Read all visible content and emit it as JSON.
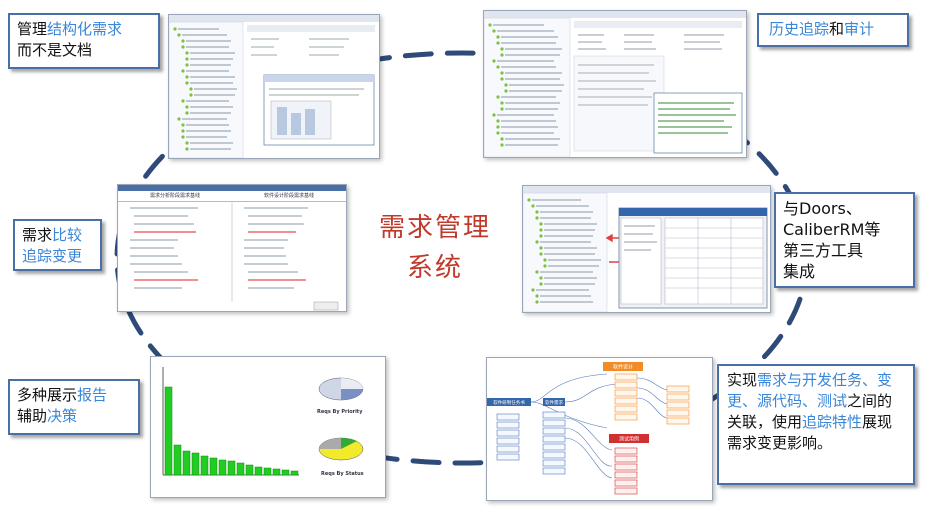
{
  "center_title": {
    "line1": "需求管理",
    "line2": "系统"
  },
  "callouts": {
    "structured": {
      "p1": "管理",
      "h1": "结构化需求",
      "p2": "而不是文档"
    },
    "history": {
      "h1": "历史追踪",
      "p1": "和",
      "h2": "审计"
    },
    "compare": {
      "p1": "需求",
      "h1": "比较",
      "h2": "追踪变更"
    },
    "thirdparty": {
      "line1": "与Doors、",
      "line2": "CaliberRM等",
      "line3": "第三方工具",
      "line4": "集成"
    },
    "reports": {
      "p1": "多种展示",
      "h1": "报告",
      "p2": "辅助",
      "h2": "决策"
    },
    "trace": {
      "p1": "实现",
      "h1": "需求与开发任务、变更、源代码、测试",
      "p2": "之间的关联，使用",
      "h2": "追踪特性",
      "p3": "展现需求变更影响。"
    }
  },
  "compare_panel": {
    "left_header": "需求分析阶段需求基线",
    "right_header": "软件设计阶段需求基线"
  },
  "report_panel": {
    "pie1_label": "Reqs By Priority",
    "pie2_label": "Reqs By Status"
  },
  "trace_panel": {
    "top_node": "软件设计",
    "left_node": "软件研制任务书",
    "mid_node": "软件需求",
    "test_node": "测试用例"
  },
  "colors": {
    "accent": "#3a86d8",
    "title_red": "#c0392b",
    "ring": "#2e4a78",
    "bar_green": "#22cc22"
  },
  "icons": [
    "tree-icon",
    "arrow-icon",
    "pie-chart-icon",
    "bar-chart-icon"
  ]
}
